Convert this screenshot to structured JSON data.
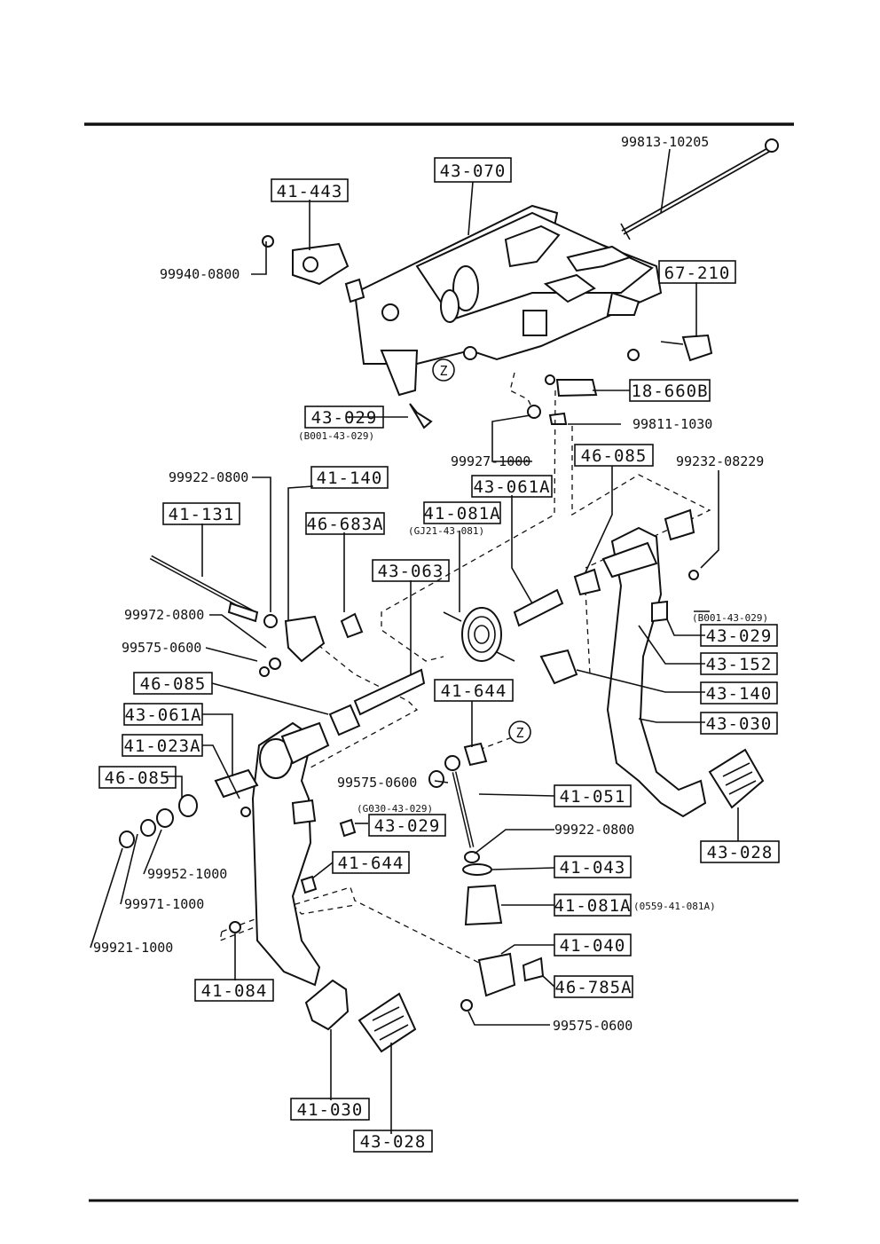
{
  "diagram": {
    "circle_marker": "Z",
    "boxed_labels": {
      "b43_070": "43-070",
      "b41_443": "41-443",
      "b67_210": "67-210",
      "b18_660B": "18-660B",
      "b43_029_top": "43-029",
      "b46_085_right": "46-085",
      "b41_140": "41-140",
      "b41_131": "41-131",
      "b46_683A": "46-683A",
      "b43_061A_mid": "43-061A",
      "b41_081A_spring": "41-081A",
      "b43_063": "43-063",
      "b43_029_right": "43-029",
      "b43_152": "43-152",
      "b43_140": "43-140",
      "b43_030": "43-030",
      "b46_085_left1": "46-085",
      "b41_644_top": "41-644",
      "b43_061A_left": "43-061A",
      "b41_023A": "41-023A",
      "b46_085_left2": "46-085",
      "b41_051": "41-051",
      "b43_029_left": "43-029",
      "b41_644_low": "41-644",
      "b41_043": "41-043",
      "b41_081A_boot": "41-081A",
      "b41_040": "41-040",
      "b46_785A": "46-785A",
      "b41_084": "41-084",
      "b43_028_right": "43-028",
      "b41_030": "41-030",
      "b43_028_left": "43-028"
    },
    "part_numbers": {
      "p99813_10205": "99813-10205",
      "p99940_0800": "99940-0800",
      "p99811_1030": "99811-1030",
      "p99927_1000": "99927-1000",
      "p99922_0800_top": "99922-0800",
      "p99232_08229": "99232-08229",
      "p99972_0800": "99972-0800",
      "p99575_0600_a": "99575-0600",
      "p99575_0600_b": "99575-0600",
      "p99922_0800_low": "99922-0800",
      "p99952_1000": "99952-1000",
      "p99971_1000": "99971-1000",
      "p99921_1000": "99921-1000",
      "p99575_0600_c": "99575-0600"
    },
    "notes": {
      "n_b001_top": "(B001-43-029)",
      "n_gj21": "(GJ21-43-081)",
      "n_b001_right": "(B001-43-029)",
      "n_g030": "(G030-43-029)",
      "n_0559": "(0559-41-081A)"
    }
  }
}
